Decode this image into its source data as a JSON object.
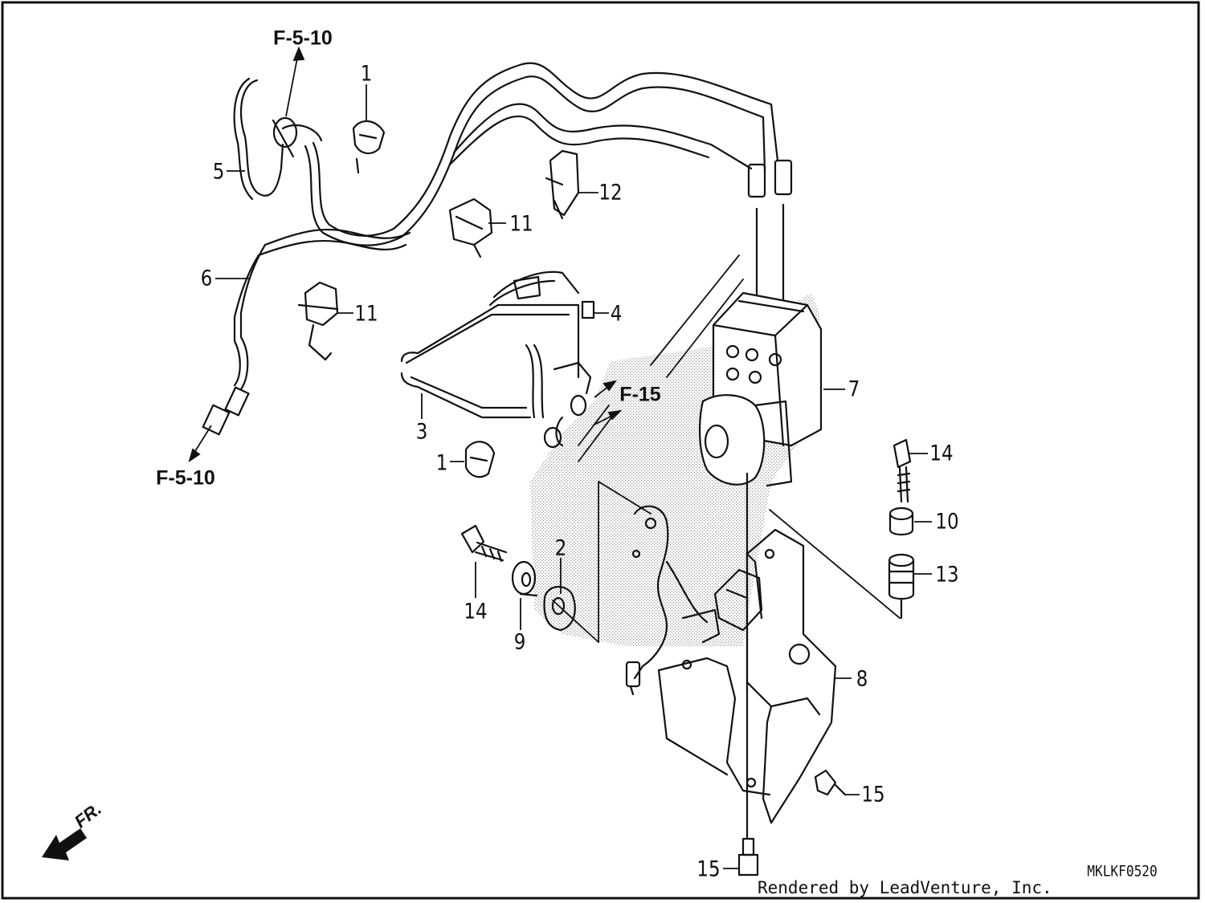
{
  "diagram": {
    "part_numbers": [
      {
        "id": "c1a",
        "label": "1"
      },
      {
        "id": "c1b",
        "label": "1"
      },
      {
        "id": "c2",
        "label": "2"
      },
      {
        "id": "c3",
        "label": "3"
      },
      {
        "id": "c4",
        "label": "4"
      },
      {
        "id": "c5",
        "label": "5"
      },
      {
        "id": "c6",
        "label": "6"
      },
      {
        "id": "c7",
        "label": "7"
      },
      {
        "id": "c8",
        "label": "8"
      },
      {
        "id": "c9",
        "label": "9"
      },
      {
        "id": "c10",
        "label": "10"
      },
      {
        "id": "c11a",
        "label": "11"
      },
      {
        "id": "c11b",
        "label": "11"
      },
      {
        "id": "c12",
        "label": "12"
      },
      {
        "id": "c13",
        "label": "13"
      },
      {
        "id": "c14a",
        "label": "14"
      },
      {
        "id": "c14b",
        "label": "14"
      },
      {
        "id": "c15a",
        "label": "15"
      },
      {
        "id": "c15b",
        "label": "15"
      }
    ],
    "references": {
      "top": "F-5-10",
      "left": "F-5-10",
      "mid": "F-15"
    },
    "front_marker": "FR.",
    "diagram_code": "MKLKF0520",
    "credit": "Rendered by LeadVenture, Inc.",
    "colors": {
      "line": "#111111",
      "background": "#ffffff",
      "stipple": "#9a9a9a"
    }
  }
}
